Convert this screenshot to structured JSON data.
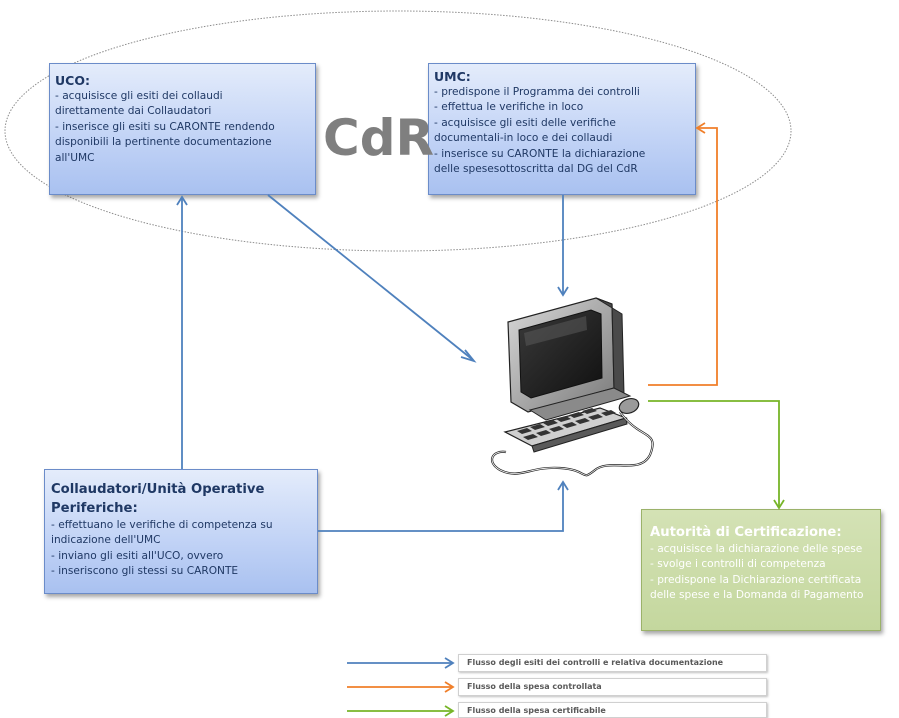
{
  "center_label": "CdR",
  "uco": {
    "title": "UCO:",
    "lines": [
      "- acquisisce gli esiti dei collaudi",
      "direttamente dai Collaudatori",
      "- inserisce gli esiti su CARONTE rendendo",
      "disponibili la pertinente documentazione",
      "all'UMC"
    ]
  },
  "umc": {
    "title": "UMC:",
    "lines": [
      "- predispone il Programma dei controlli",
      "- effettua le verifiche in loco",
      "- acquisisce gli esiti delle verifiche",
      "documentali-in loco e dei collaudi",
      "- inserisce su CARONTE la dichiarazione",
      "delle spesesottoscritta dal DG del CdR"
    ]
  },
  "collaudatori": {
    "title_lines": [
      "Collaudatori/Unità Operative",
      "Periferiche:"
    ],
    "lines": [
      "- effettuano le verifiche di competenza su",
      "indicazione dell'UMC",
      "- inviano gli esiti all'UCO, ovvero",
      "- inseriscono gli stessi su CARONTE"
    ]
  },
  "autorita": {
    "title": "Autorità di Certificazione:",
    "lines": [
      "- acquisisce la dichiarazione delle spese",
      "- svolge i controlli di competenza",
      "- predispone la Dichiarazione certificata",
      "delle spese e la Domanda di Pagamento"
    ]
  },
  "legend": [
    {
      "label": "Flusso  degli esiti dei controlli e relativa documentazione",
      "color": "#4f81bd"
    },
    {
      "label": "Flusso della spesa controllata",
      "color": "#f07f2a"
    },
    {
      "label": "Flusso della spesa certificabile",
      "color": "#77b528"
    }
  ],
  "icons": {
    "computer": "computer-icon"
  }
}
